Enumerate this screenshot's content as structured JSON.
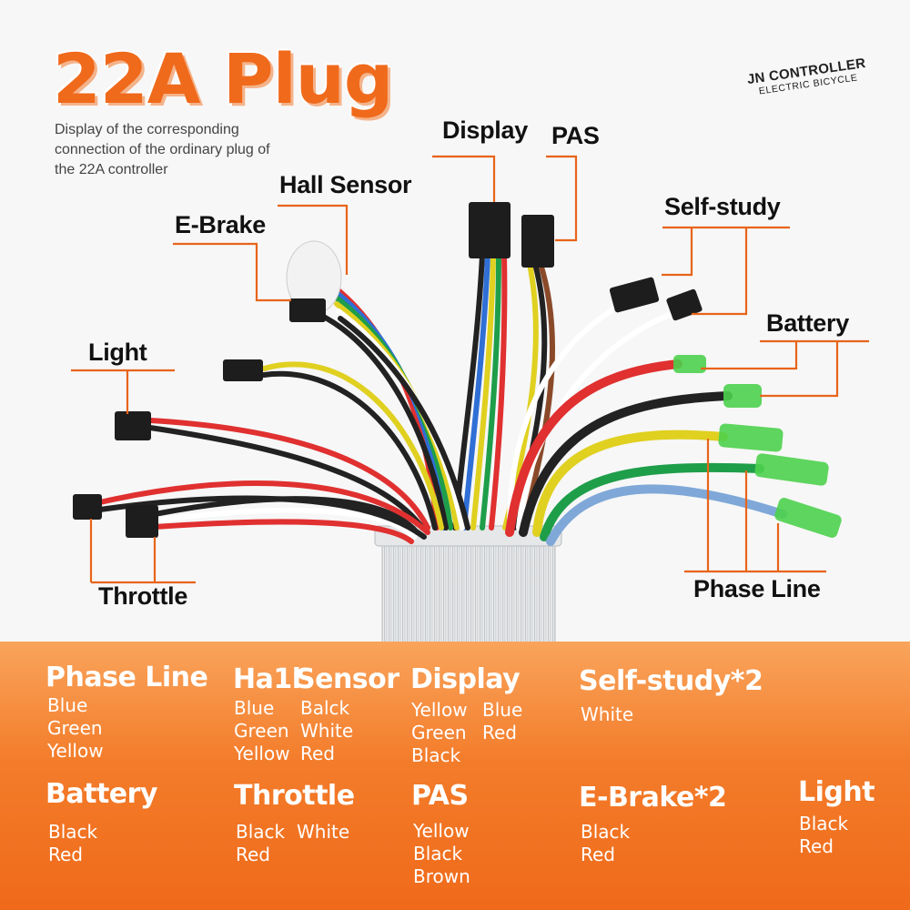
{
  "header": {
    "title": "22A Plug",
    "subtitle": "Display of the corresponding connection of the ordinary plug of the 22A controller",
    "brand_line1": "JN CONTROLLER",
    "brand_line2": "ELECTRIC BICYCLE"
  },
  "labels": {
    "display": "Display",
    "pas": "PAS",
    "hall_sensor": "Hall Sensor",
    "e_brake": "E-Brake",
    "self_study": "Self-study",
    "battery": "Battery",
    "light": "Light",
    "throttle": "Throttle",
    "phase_line": "Phase Line"
  },
  "legend": {
    "phase_line": {
      "title": "Phase Line",
      "colors": [
        "Blue",
        "Green",
        "Yellow"
      ]
    },
    "hall_sensor": {
      "title_a": "Ha1l",
      "title_b": "Sensor",
      "col1": [
        "Blue",
        "Green",
        "Yellow"
      ],
      "col2": [
        "Balck",
        "White",
        "Red"
      ]
    },
    "display": {
      "title": "Display",
      "col1": [
        "Yellow",
        "Green",
        "Black"
      ],
      "col2": [
        "Blue",
        "Red"
      ]
    },
    "self_study": {
      "title": "Self-study*2",
      "colors": [
        "White"
      ]
    },
    "battery": {
      "title": "Battery",
      "colors": [
        "Black",
        "Red"
      ]
    },
    "throttle": {
      "title": "Throttle",
      "col1": [
        "Black",
        "Red"
      ],
      "col2": [
        "White"
      ]
    },
    "pas": {
      "title": "PAS",
      "colors": [
        "Yellow",
        "Black",
        "Brown"
      ]
    },
    "e_brake": {
      "title": "E-Brake*2",
      "colors": [
        "Black",
        "Red"
      ]
    },
    "light": {
      "title": "Light",
      "colors": [
        "Black",
        "Red"
      ]
    }
  },
  "theme": {
    "accent": "#f06a1c",
    "leader_line": "#e8641a",
    "panel_orange": "#f37c2a"
  }
}
